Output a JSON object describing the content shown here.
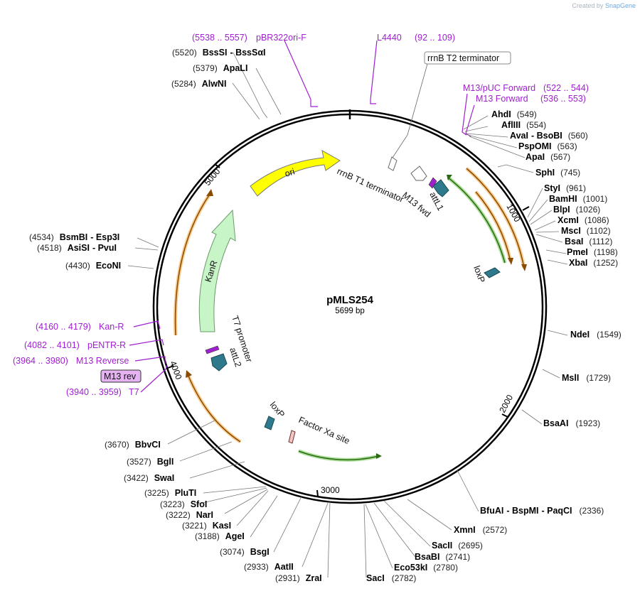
{
  "credit": {
    "prefix": "Created by",
    "brand": "SnapGene"
  },
  "plasmid": {
    "name": "pMLS254",
    "length": "5699 bp"
  },
  "scale_ticks": [
    {
      "label": "1000"
    },
    {
      "label": "2000"
    },
    {
      "label": "3000"
    },
    {
      "label": "4000"
    },
    {
      "label": "5000"
    }
  ],
  "enzymes_right": [
    {
      "name": "AhdI",
      "pos": "(549)"
    },
    {
      "name": "AflIII",
      "pos": "(554)"
    },
    {
      "name": "AvaI",
      "extra": "BsoBI",
      "pos": "(560)"
    },
    {
      "name": "PspOMI",
      "pos": "(563)"
    },
    {
      "name": "ApaI",
      "pos": "(567)"
    },
    {
      "name": "SphI",
      "pos": "(745)"
    },
    {
      "name": "StyI",
      "pos": "(961)"
    },
    {
      "name": "BamHI",
      "pos": "(1001)"
    },
    {
      "name": "BlpI",
      "pos": "(1026)"
    },
    {
      "name": "XcmI",
      "pos": "(1086)"
    },
    {
      "name": "MscI",
      "pos": "(1102)"
    },
    {
      "name": "BsaI",
      "pos": "(1112)"
    },
    {
      "name": "PmeI",
      "pos": "(1198)"
    },
    {
      "name": "XbaI",
      "pos": "(1252)"
    },
    {
      "name": "NdeI",
      "pos": "(1549)"
    },
    {
      "name": "MslI",
      "pos": "(1729)"
    },
    {
      "name": "BsaAI",
      "pos": "(1923)"
    },
    {
      "name": "BfuAI",
      "extra": "BspMI",
      "extra2": "PaqCI",
      "pos": "(2336)"
    },
    {
      "name": "XmnI",
      "pos": "(2572)"
    },
    {
      "name": "SacII",
      "pos": "(2695)"
    },
    {
      "name": "BsaBI",
      "pos": "(2741)"
    },
    {
      "name": "Eco53kI",
      "pos": "(2780)"
    },
    {
      "name": "SacI",
      "pos": "(2782)"
    }
  ],
  "enzymes_left": [
    {
      "name": "BssSI",
      "extra": "BssSαI",
      "pos": "(5520)"
    },
    {
      "name": "ApaLI",
      "pos": "(5379)"
    },
    {
      "name": "AlwNI",
      "pos": "(5284)"
    },
    {
      "name": "BsmBI",
      "extra": "Esp3I",
      "pos": "(4534)"
    },
    {
      "name": "AsiSI",
      "extra": "PvuI",
      "pos": "(4518)"
    },
    {
      "name": "EcoNI",
      "pos": "(4430)"
    },
    {
      "name": "BbvCI",
      "pos": "(3670)"
    },
    {
      "name": "BglI",
      "pos": "(3527)"
    },
    {
      "name": "SwaI",
      "pos": "(3422)"
    },
    {
      "name": "PluTI",
      "pos": "(3225)"
    },
    {
      "name": "SfoI",
      "pos": "(3223)"
    },
    {
      "name": "NarI",
      "pos": "(3222)"
    },
    {
      "name": "KasI",
      "pos": "(3221)"
    },
    {
      "name": "AgeI",
      "pos": "(3188)"
    },
    {
      "name": "BsgI",
      "pos": "(3074)"
    },
    {
      "name": "AatII",
      "pos": "(2933)"
    },
    {
      "name": "ZraI",
      "pos": "(2931)"
    }
  ],
  "primers": [
    {
      "name": "pBR322ori-F",
      "range": "(5538 .. 5557)"
    },
    {
      "name": "L4440",
      "range": "(92 .. 109)"
    },
    {
      "name": "M13/pUC Forward",
      "range": "(522 .. 544)"
    },
    {
      "name": "M13 Forward",
      "range": "(536 .. 553)"
    },
    {
      "name": "Kan-R",
      "range": "(4160 .. 4179)"
    },
    {
      "name": "pENTR-R",
      "range": "(4082 .. 4101)"
    },
    {
      "name": "M13 Reverse",
      "range": "(3964 .. 3980)"
    },
    {
      "name": "T7",
      "range": "(3940 .. 3959)"
    }
  ],
  "boxed_labels": {
    "rrnb_t2": "rrnB T2 terminator",
    "m13_rev": "M13 rev"
  },
  "features": {
    "ori": "ori",
    "kanr": "KanR",
    "rrnb_t1": "rrnB T1 terminator",
    "attl1": "attL1",
    "m13_fwd": "M13 fwd",
    "loxp_right": "loxP",
    "loxp_bottom": "loxP",
    "factor_xa": "Factor Xa site",
    "t7_promoter": "T7 promoter",
    "attl2": "attL2"
  },
  "colors": {
    "ori": "#ffff00",
    "kanr": "#c8f5c8",
    "orange_arrow": "#f0a030",
    "green_arrow": "#60c040",
    "teal": "#2e7a8c",
    "primer": "#a020d0"
  }
}
